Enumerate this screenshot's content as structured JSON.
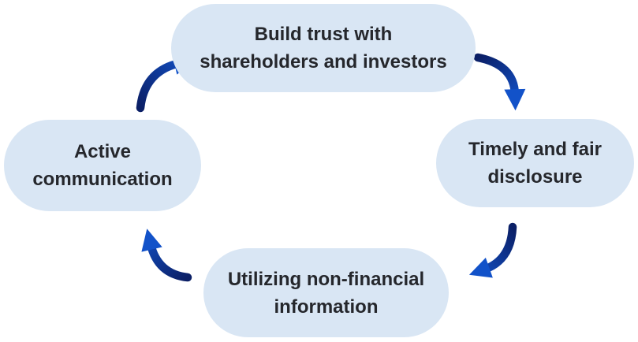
{
  "diagram": {
    "type": "cycle",
    "colors": {
      "background": "#ffffff",
      "node_fill": "#d9e6f4",
      "node_text": "#25272c",
      "arrow_start": "#0b1f66",
      "arrow_end": "#1252c9"
    },
    "nodes": {
      "top": {
        "label": "Build trust with shareholders and investors",
        "line1": "Build trust with",
        "line2": "shareholders and investors"
      },
      "right": {
        "label": "Timely and fair disclosure",
        "line1": "Timely and fair",
        "line2": "disclosure"
      },
      "bottom": {
        "label": "Utilizing non-financial information",
        "line1": "Utilizing non-financial",
        "line2": "information"
      },
      "left": {
        "label": "Active communication",
        "line1": "Active",
        "line2": "communication"
      }
    },
    "arrows": [
      {
        "name": "top-to-right",
        "from": "top",
        "to": "right"
      },
      {
        "name": "right-to-bottom",
        "from": "right",
        "to": "bottom"
      },
      {
        "name": "bottom-to-left",
        "from": "bottom",
        "to": "left"
      },
      {
        "name": "left-to-top",
        "from": "left",
        "to": "top"
      }
    ]
  }
}
